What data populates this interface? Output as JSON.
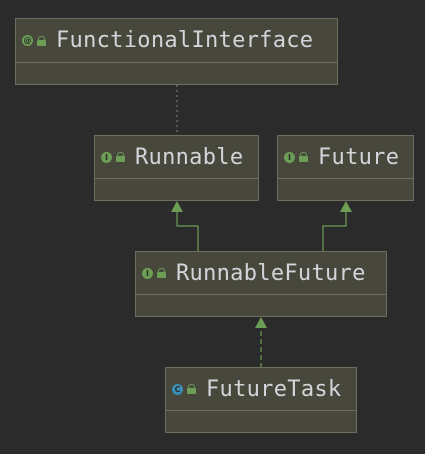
{
  "diagram": {
    "nodes": {
      "functional_interface": {
        "label": "FunctionalInterface",
        "kind": "annotation",
        "badge": "@",
        "badge_color": "#6d9e56"
      },
      "runnable": {
        "label": "Runnable",
        "kind": "interface",
        "badge": "I",
        "badge_color": "#6d9e56"
      },
      "future": {
        "label": "Future",
        "kind": "interface",
        "badge": "I",
        "badge_color": "#6d9e56"
      },
      "runnable_future": {
        "label": "RunnableFuture",
        "kind": "interface",
        "badge": "I",
        "badge_color": "#6d9e56"
      },
      "future_task": {
        "label": "FutureTask",
        "kind": "class",
        "badge": "C",
        "badge_color": "#3a8fb7"
      }
    },
    "edges": [
      {
        "from": "runnable",
        "to": "functional_interface",
        "type": "annotated-by",
        "style": "dotted"
      },
      {
        "from": "runnable_future",
        "to": "runnable",
        "type": "extends",
        "style": "solid"
      },
      {
        "from": "runnable_future",
        "to": "future",
        "type": "extends",
        "style": "solid"
      },
      {
        "from": "future_task",
        "to": "runnable_future",
        "type": "implements",
        "style": "dashed"
      }
    ],
    "colors": {
      "background": "#2b2b2b",
      "node_fill": "#47473b",
      "node_border": "#6e6e5e",
      "text": "#d3d5da",
      "edge": "#6d9e56",
      "dotted_edge": "#8a8a7a"
    }
  }
}
